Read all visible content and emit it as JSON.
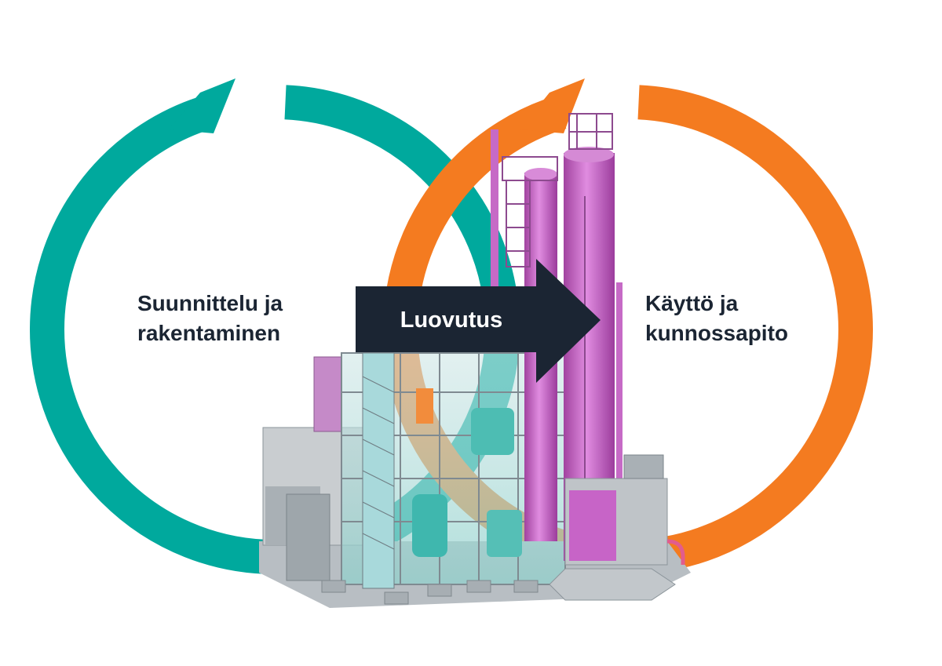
{
  "cycles": {
    "left": {
      "line1": "Suunnittelu ja",
      "line2": "rakentaminen",
      "color": "#00a99d"
    },
    "right": {
      "line1": "Käyttö ja",
      "line2": "kunnossapito",
      "color": "#f47b20"
    }
  },
  "handover": {
    "label": "Luovutus",
    "color": "#1b2533"
  },
  "plant": {
    "colors": {
      "steel": "#9aa5ad",
      "column": "#c25bc4",
      "glass": "#7fd3cf",
      "orange": "#f28c3c"
    }
  }
}
